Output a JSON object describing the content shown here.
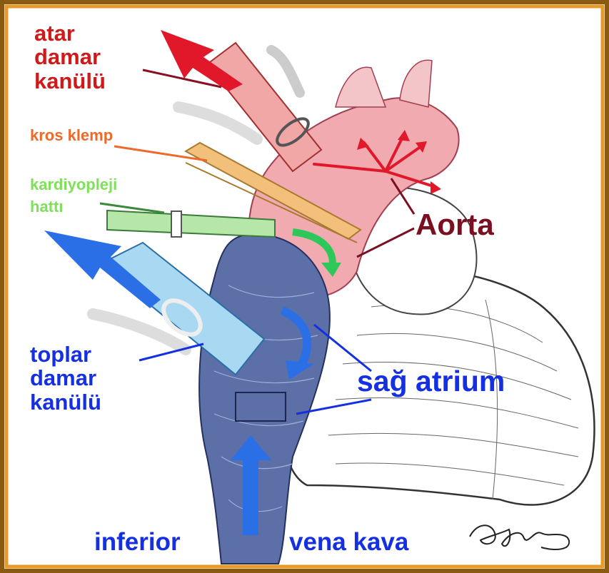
{
  "labels": {
    "arterial_cannula": [
      "atar",
      "damar",
      "kanülü"
    ],
    "cross_clamp": "kros klemp",
    "cardioplegia_line": [
      "kardiyopleji",
      "hattı"
    ],
    "aorta": "Aorta",
    "venous_cannula": [
      "toplar",
      "damar",
      "kanülü"
    ],
    "right_atrium": "sağ atrium",
    "ivc_left": "inferior",
    "ivc_right": "vena kava"
  },
  "colors": {
    "frame_outer": "#8a5a10",
    "frame_inner": "#e69a2a",
    "arterial_label": "#d01a1a",
    "clamp_label": "#ee6a2a",
    "cardioplegia_label": "#7fe05a",
    "aorta_label": "#7a0f22",
    "venous_label": "#1530e0",
    "aorta_fill": "#f0aab0",
    "heart_fill": "#ffffff",
    "atrium_fill": "#5c6fa6",
    "cannula_fill": "#a8d8f2",
    "arrow_red": "#e0182a",
    "arrow_blue": "#2a6fe6",
    "arrow_green": "#2ec85a",
    "clamp_fill": "#f2c07a"
  },
  "icons": [
    "signature-mark"
  ]
}
